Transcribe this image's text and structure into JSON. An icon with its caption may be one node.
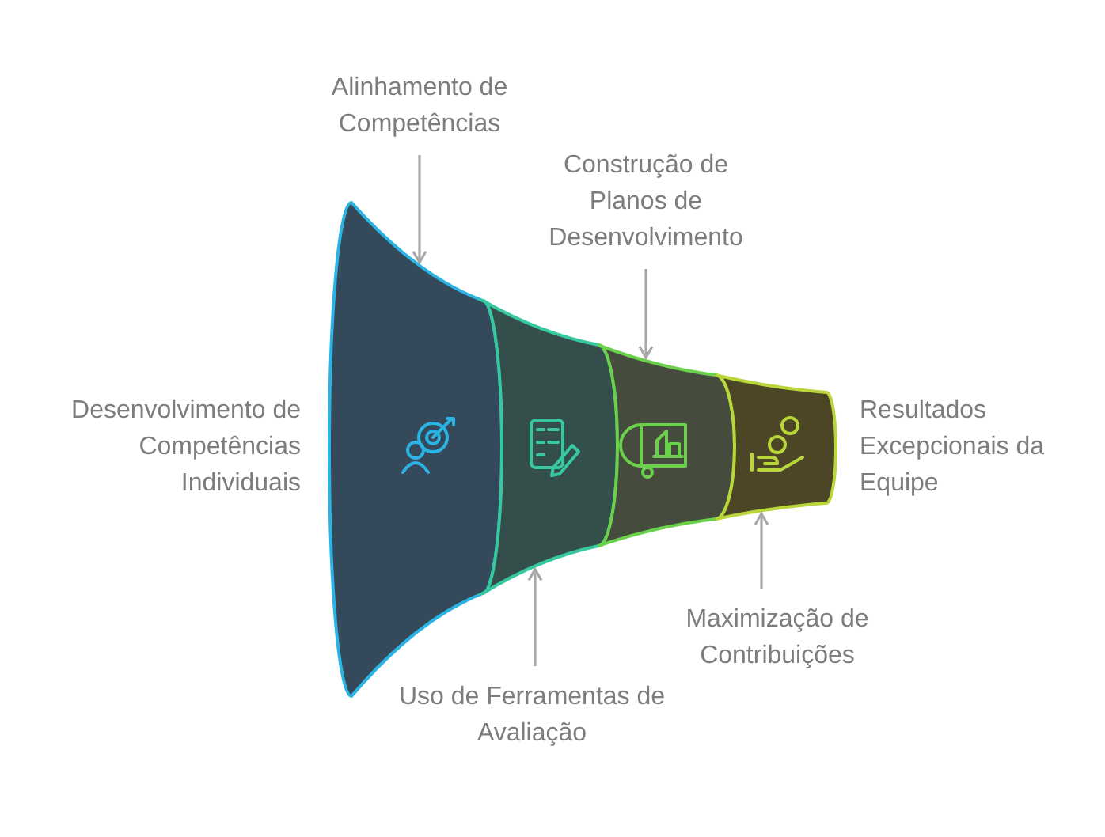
{
  "diagram": {
    "nodes": [
      {
        "text": [
          "Alinhamento de Competências"
        ]
      },
      {
        "text": [
          "Construção de Planos de Desenvolvimento"
        ]
      },
      {
        "text": [
          "Uso de Ferramentas de Avaliação"
        ]
      },
      {
        "text": [
          "Maximização de Contribuições"
        ]
      },
      {
        "text": [],
        "shape": "band"
      },
      {
        "text": [],
        "shape": "band"
      },
      {
        "text": [],
        "shape": "band"
      },
      {
        "text": [],
        "shape": "band"
      }
    ],
    "edges": [
      {
        "from": 0,
        "to": 4,
        "arrow": "to"
      },
      {
        "from": 1,
        "to": 6,
        "arrow": "to"
      },
      {
        "from": 2,
        "to": 5,
        "arrow": "to"
      },
      {
        "from": 3,
        "to": 7,
        "arrow": "to"
      }
    ],
    "labels": [
      "Desenvolvimento de Competências Individuais",
      "Resultados Excepcionais da Equipe"
    ]
  }
}
